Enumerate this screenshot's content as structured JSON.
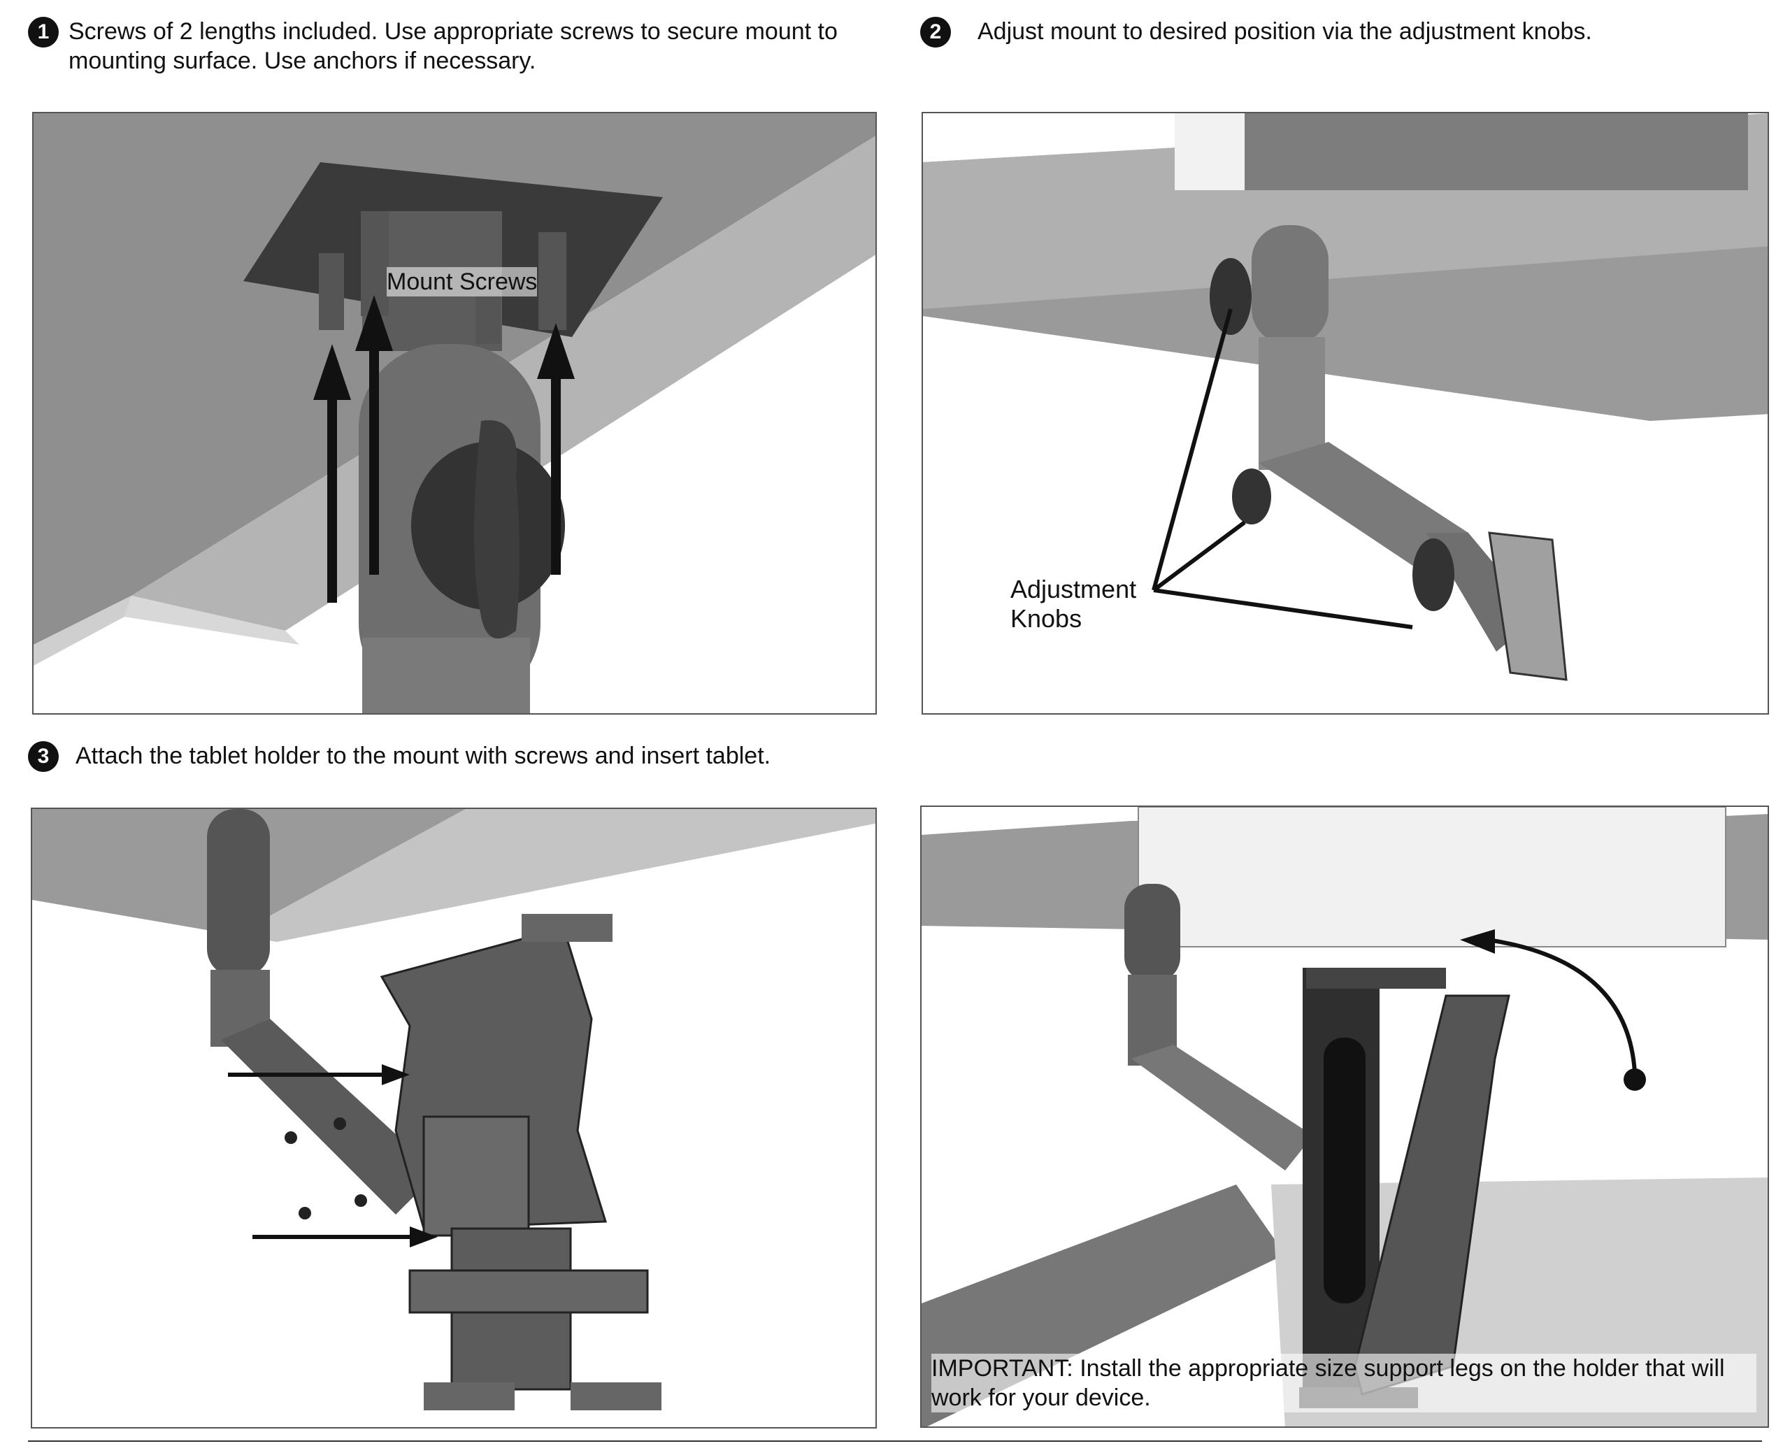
{
  "steps": [
    {
      "number": "1",
      "text": "Screws of 2 lengths included. Use appropriate screws to secure mount to mounting surface. Use anchors if necessary."
    },
    {
      "number": "2",
      "text": "Adjust mount to desired position via the adjustment knobs."
    },
    {
      "number": "3",
      "text": "Attach the tablet holder to the mount with screws and insert tablet."
    }
  ],
  "panels": {
    "p1": {
      "callout": "Mount Screws"
    },
    "p2": {
      "callout_line1": "Adjustment",
      "callout_line2": "Knobs"
    },
    "p4": {
      "note": "IMPORTANT: Install the appropriate size support legs on the holder that will work for your device."
    }
  },
  "colors": {
    "ink": "#111111",
    "surface": "#9a9a9a",
    "shadow": "#5a5a5a",
    "part": "#6e6e6e"
  }
}
